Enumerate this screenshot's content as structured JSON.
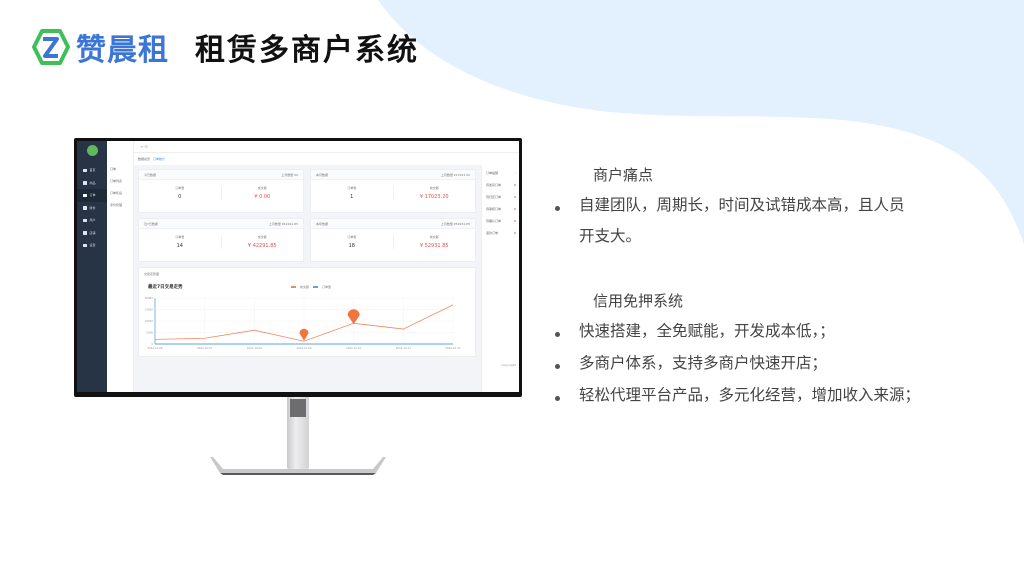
{
  "header": {
    "logo_text": "赞晨租",
    "title": "租赁多商户系统"
  },
  "colors": {
    "brand_blue": "#3b76d6",
    "brand_green": "#3fbf5a",
    "wave_blue": "#e3f0fd",
    "text_dark": "#111111",
    "text_body": "#444444",
    "sidebar_dark": "#263445",
    "chart_orange": "#f08a5d",
    "chart_blue": "#5aa6e0",
    "amount_red": "#e84c4c"
  },
  "pain_points": {
    "title": "商户痛点",
    "items": [
      {
        "line1": "自建团队，周期长，时间及试错成本高，且人员",
        "line2": "开支大。"
      }
    ]
  },
  "credit_system": {
    "title": "信用免押系统",
    "items": [
      "快速搭建，全免赋能，开发成本低，；",
      "多商户体系，支持多商户快速开店；",
      "轻松代理平台产品，多元化经营，增加收入来源；"
    ]
  },
  "monitor_screen": {
    "sidebar_items": [
      {
        "label": "首页",
        "icon": "home-icon"
      },
      {
        "label": "商品",
        "icon": "goods-icon"
      },
      {
        "label": "订单",
        "icon": "order-icon",
        "active": true
      },
      {
        "label": "财务",
        "icon": "finance-icon"
      },
      {
        "label": "用户",
        "icon": "user-icon"
      },
      {
        "label": "店铺",
        "icon": "shop-icon"
      },
      {
        "label": "设置",
        "icon": "settings-icon"
      }
    ],
    "sub_menu": [
      "订单",
      "订单列表",
      "订单售后",
      "评价管理"
    ],
    "breadcrumb": {
      "current": "订单管理",
      "page": "数据总览",
      "link": "订单统计"
    },
    "cards": [
      {
        "title": "今日数据",
        "extra": "上月数量 ¥0",
        "count_label": "订单量",
        "count": "0",
        "amount_label": "成交额",
        "amount": "¥ 0.00"
      },
      {
        "title": "本月数据",
        "extra": "上月数量 ¥17023.20",
        "count_label": "订单量",
        "count": "1",
        "amount_label": "成交额",
        "amount": "¥ 17023.20"
      },
      {
        "title": "近7日数据",
        "extra": "上月数量 ¥42291.85",
        "count_label": "订单量",
        "count": "14",
        "amount_label": "成交额",
        "amount": "¥ 42291.85"
      },
      {
        "title": "本年数据",
        "extra": "上月数量 ¥52931.85",
        "count_label": "订单量",
        "count": "18",
        "amount_label": "成交额",
        "amount": "¥ 52931.85"
      }
    ],
    "chart_caption": "交易走势图",
    "right_panel": [
      "订单提醒",
      "待发货订单",
      "待归还订单",
      "待审核订单",
      "待确认订单",
      "退款订单"
    ],
    "footer_note": "Copyright"
  },
  "chart_data": {
    "type": "line",
    "title": "最近7日交易走势",
    "x": [
      "2022-10-06",
      "2022-10-07",
      "2022-10-08",
      "2022-10-09",
      "2022-10-10",
      "2022-10-11",
      "2022-10-12"
    ],
    "series": [
      {
        "name": "成交额",
        "color": "#f08a5d",
        "values": [
          2000,
          2500,
          6000,
          1200,
          9000,
          6500,
          17000
        ]
      },
      {
        "name": "订单量",
        "color": "#5aa6e0",
        "values": [
          0,
          0,
          0,
          1,
          3,
          2,
          4
        ]
      }
    ],
    "annotations": [
      {
        "x": "2022-10-09",
        "label": "最小值"
      },
      {
        "x": "2022-10-10",
        "label": "最大值"
      }
    ],
    "ylim": [
      0,
      20000
    ],
    "yticks": [
      0,
      5000,
      10000,
      15000,
      20000
    ],
    "grid": true,
    "legend_position": "top-right"
  }
}
